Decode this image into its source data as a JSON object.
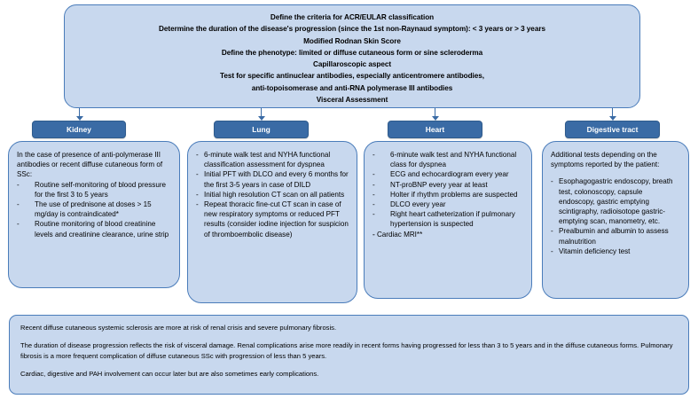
{
  "colors": {
    "panel_fill": "#c8d8ee",
    "panel_border": "#4a7cba",
    "header_fill": "#3a6ba5",
    "header_text": "#ffffff",
    "connector": "#3a6ba5"
  },
  "top_box": {
    "lines": [
      "Define the criteria for ACR/EULAR classification",
      "Determine the duration of the disease's progression (since the 1st non-Raynaud symptom): < 3 years or > 3 years",
      "Modified Rodnan Skin Score",
      "Define the phenotype: limited or diffuse cutaneous form or sine scleroderma",
      "Capillaroscopic aspect",
      "Test for specific antinuclear antibodies, especially anticentromere antibodies,",
      "anti-topoisomerase and anti-RNA polymerase III antibodies",
      "Visceral Assessment"
    ]
  },
  "columns": [
    {
      "id": "kidney",
      "header": "Kidney",
      "intro": "In the case of presence of anti-polymerase III antibodies or recent diffuse cutaneous form of SSc:",
      "items": [
        "Routine self-monitoring of blood pressure for the first 3 to 5 years",
        "The use of prednisone at doses > 15 mg/day is contraindicated*",
        "Routine monitoring of blood creatinine levels and creatinine clearance, urine strip"
      ]
    },
    {
      "id": "lung",
      "header": "Lung",
      "intro": "",
      "items": [
        "6-minute walk test and NYHA functional classification assessment for dyspnea",
        "Initial PFT with DLCO and every 6 months for the first 3-5 years in case of DILD",
        "Initial high resolution CT scan on all patients",
        "Repeat thoracic fine-cut CT scan in case of new respiratory symptoms or reduced PFT results (consider iodine injection for suspicion of thromboembolic disease)"
      ]
    },
    {
      "id": "heart",
      "header": "Heart",
      "intro": "",
      "items": [
        "6-minute walk test and NYHA functional class for dyspnea",
        "ECG and echocardiogram every year",
        "NT-proBNP every year at least",
        "Holter if rhythm problems are suspected",
        "DLCO every year",
        "Right heart catheterization if pulmonary hypertension is suspected",
        ""
      ],
      "trailing_item": "- Cardiac MRI**"
    },
    {
      "id": "digestive",
      "header": "Digestive tract",
      "intro": "Additional tests depending on the symptoms reported by the patient:",
      "items": [
        "Esophagogastric endoscopy, breath test, colonoscopy, capsule endoscopy, gastric emptying scintigraphy, radioisotope gastric-emptying scan, manometry, etc.",
        "Prealbumin and albumin to assess malnutrition",
        "Vitamin deficiency test"
      ]
    }
  ],
  "bottom_box": {
    "paragraphs": [
      "Recent diffuse cutaneous systemic sclerosis are more at risk of renal crisis and severe pulmonary fibrosis.",
      "The duration of disease progression reflects the risk of visceral damage. Renal complications arise more readily in recent forms having progressed for less than 3 to 5 years and in the diffuse cutaneous forms. Pulmonary fibrosis is a more frequent complication of diffuse cutaneous SSc with progression of less than 5 years.",
      "Cardiac, digestive and PAH involvement can occur later but are also sometimes early complications."
    ]
  }
}
